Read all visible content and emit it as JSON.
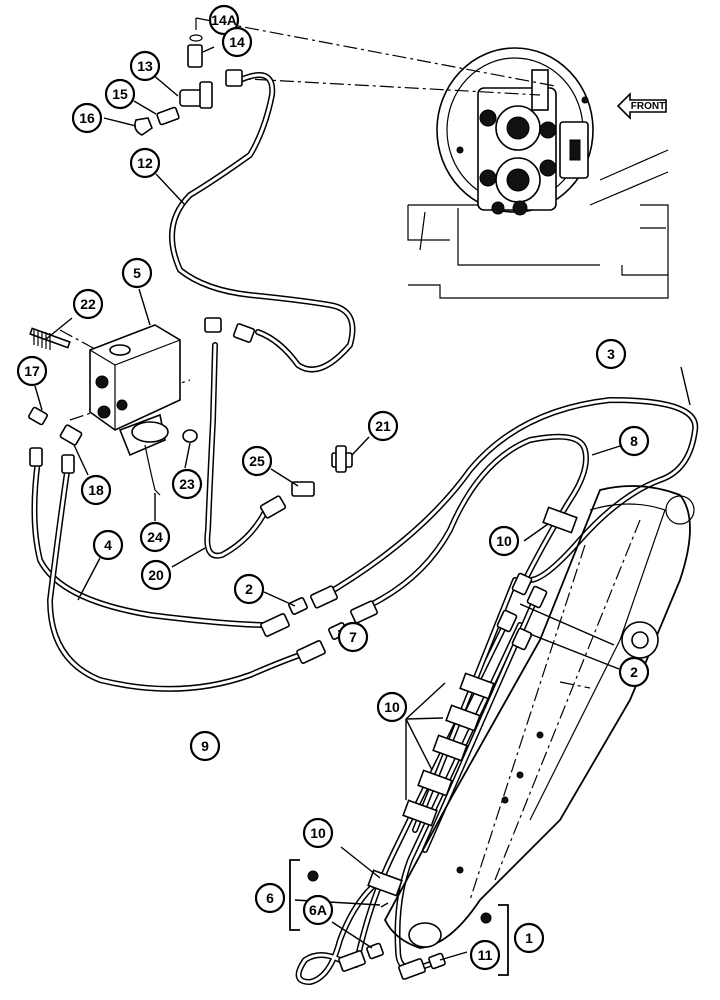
{
  "callouts": {
    "c14A": "14A",
    "c14": "14",
    "c13": "13",
    "c15": "15",
    "c16": "16",
    "c12": "12",
    "c5": "5",
    "c22": "22",
    "c17": "17",
    "c18": "18",
    "c23": "23",
    "c24": "24",
    "c25": "25",
    "c21": "21",
    "c4": "4",
    "c20": "20",
    "c2a": "2",
    "c2b": "2",
    "c7": "7",
    "c3": "3",
    "c8": "8",
    "c10a": "10",
    "c10b": "10",
    "c10c": "10",
    "c9": "9",
    "c6": "6",
    "c6A": "6A",
    "c1": "1",
    "c11": "11"
  },
  "inset": {
    "front_label": "FRONT"
  },
  "colors": {
    "ink": "#000000",
    "paper": "#ffffff"
  }
}
